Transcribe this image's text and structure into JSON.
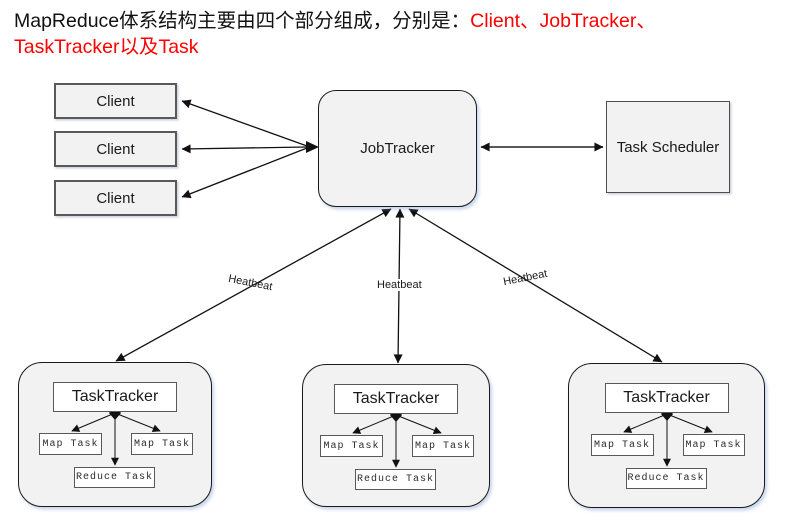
{
  "title": {
    "line1_black": "MapReduce体系结构主要由四个部分组成，分别是：",
    "line1_red": "Client、JobTracker、",
    "line2_red": "TaskTracker以及Task"
  },
  "nodes": {
    "client_1": "Client",
    "client_2": "Client",
    "client_3": "Client",
    "job_tracker": "JobTracker",
    "task_scheduler": "Task Scheduler"
  },
  "heartbeat_labels": [
    "Heatbeat",
    "Heatbeat",
    "Heatbeat"
  ],
  "groups": [
    {
      "title": "TaskTracker",
      "tasks": [
        "Map Task",
        "Map Task",
        "Reduce Task"
      ]
    },
    {
      "title": "TaskTracker",
      "tasks": [
        "Map Task",
        "Map Task",
        "Reduce Task"
      ]
    },
    {
      "title": "TaskTracker",
      "tasks": [
        "Map Task",
        "Map Task",
        "Reduce Task"
      ]
    }
  ],
  "colors": {
    "accent_red": "#ff0000",
    "box_fill": "#f2f2f2",
    "box_border": "#595959",
    "outline": "#1a1a1a",
    "background": "#ffffff"
  }
}
